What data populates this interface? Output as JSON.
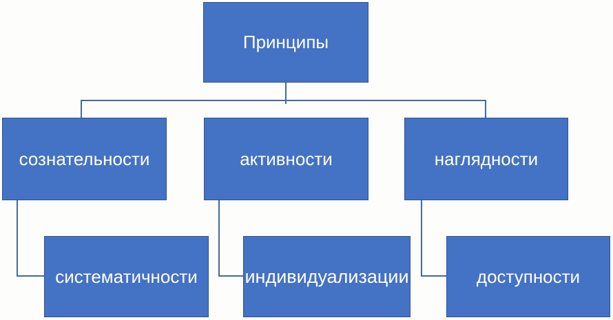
{
  "diagram": {
    "type": "org-chart",
    "root": {
      "label": "Принципы"
    },
    "branches": [
      {
        "label": "сознательности",
        "child": {
          "label": "систематичности"
        }
      },
      {
        "label": "активности",
        "child": {
          "label": "индивидуализации"
        }
      },
      {
        "label": "наглядности",
        "child": {
          "label": "доступности"
        }
      }
    ],
    "colors": {
      "box_fill": "#4472C4",
      "box_border": "#2F528F",
      "connector": "#44699D",
      "text": "#FFFFFF",
      "background": "#FDFDFB"
    }
  }
}
